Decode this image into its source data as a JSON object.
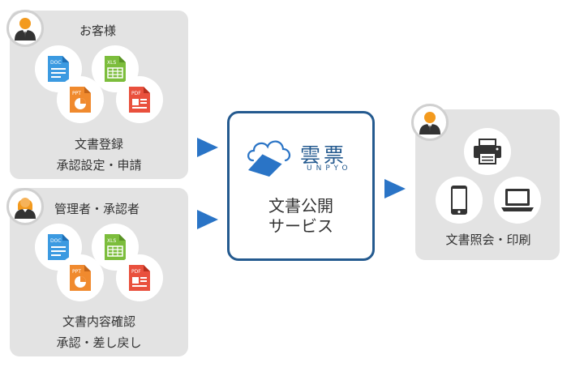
{
  "customer": {
    "title": "お客様",
    "caption_line1": "文書登録",
    "caption_line2": "承認設定・申請"
  },
  "manager": {
    "title": "管理者・承認者",
    "caption_line1": "文書内容確認",
    "caption_line2": "承認・差し戻し"
  },
  "file_icons": {
    "doc": "DOC",
    "xls": "XLS",
    "ppt": "PPT",
    "pdf": "PDF"
  },
  "center": {
    "logo_text": "雲票",
    "logo_sub": "UNPYO",
    "service_line1": "文書公開",
    "service_line2": "サービス"
  },
  "viewer": {
    "caption": "文書照会・印刷"
  },
  "icons": [
    "user-male-icon",
    "user-female-icon",
    "doc-file-icon",
    "xls-file-icon",
    "ppt-file-icon",
    "pdf-file-icon",
    "cloud-logo-icon",
    "printer-icon",
    "smartphone-icon",
    "laptop-icon",
    "arrow-right-icon"
  ],
  "colors": {
    "panel_bg": "#e3e3e3",
    "accent_blue": "#2a74c6",
    "border_navy": "#245a8f",
    "doc_blue": "#3b9ae1",
    "xls_green": "#7cbd3c",
    "ppt_orange": "#f08a2e",
    "pdf_red": "#e9503d",
    "person_orange": "#f39a1e"
  }
}
